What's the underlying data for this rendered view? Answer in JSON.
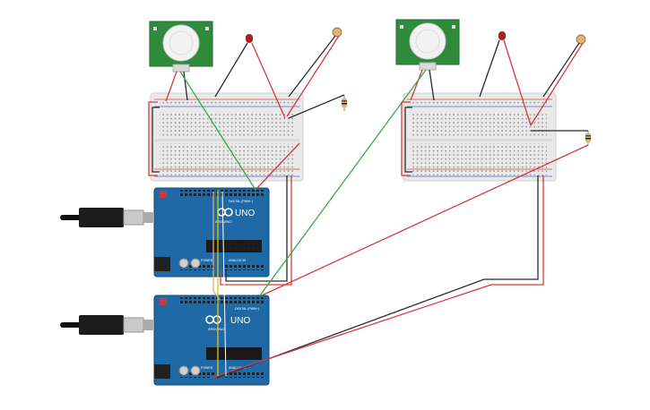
{
  "boards": [
    {
      "brand": "UNO",
      "maker": "ARDUINO",
      "digital_label": "DIGITAL (PWM~)",
      "power_label": "POWER",
      "analog_label": "ANALOG IN"
    },
    {
      "brand": "UNO",
      "maker": "ARDUINO",
      "digital_label": "DIGITAL (PWM~)",
      "power_label": "POWER",
      "analog_label": "ANALOG IN"
    }
  ],
  "colors": {
    "background": "#ffffff",
    "board": "#1f6aa6",
    "board_dark": "#17578a",
    "breadboard": "#e9e9e9",
    "pir_pcb": "#2f8a3c",
    "pir_dome": "#f2f2f2",
    "wire_red": "#d33b3b",
    "wire_black": "#2b2b2b",
    "wire_green": "#3aa84a",
    "wire_yellow": "#e2c21e",
    "led_red": "#a82020",
    "photocell": "#e0b27a"
  },
  "icons": [
    "pir-sensor-icon",
    "led-icon",
    "photoresistor-icon",
    "resistor-icon",
    "usb-cable-icon",
    "infinity-logo-icon"
  ]
}
